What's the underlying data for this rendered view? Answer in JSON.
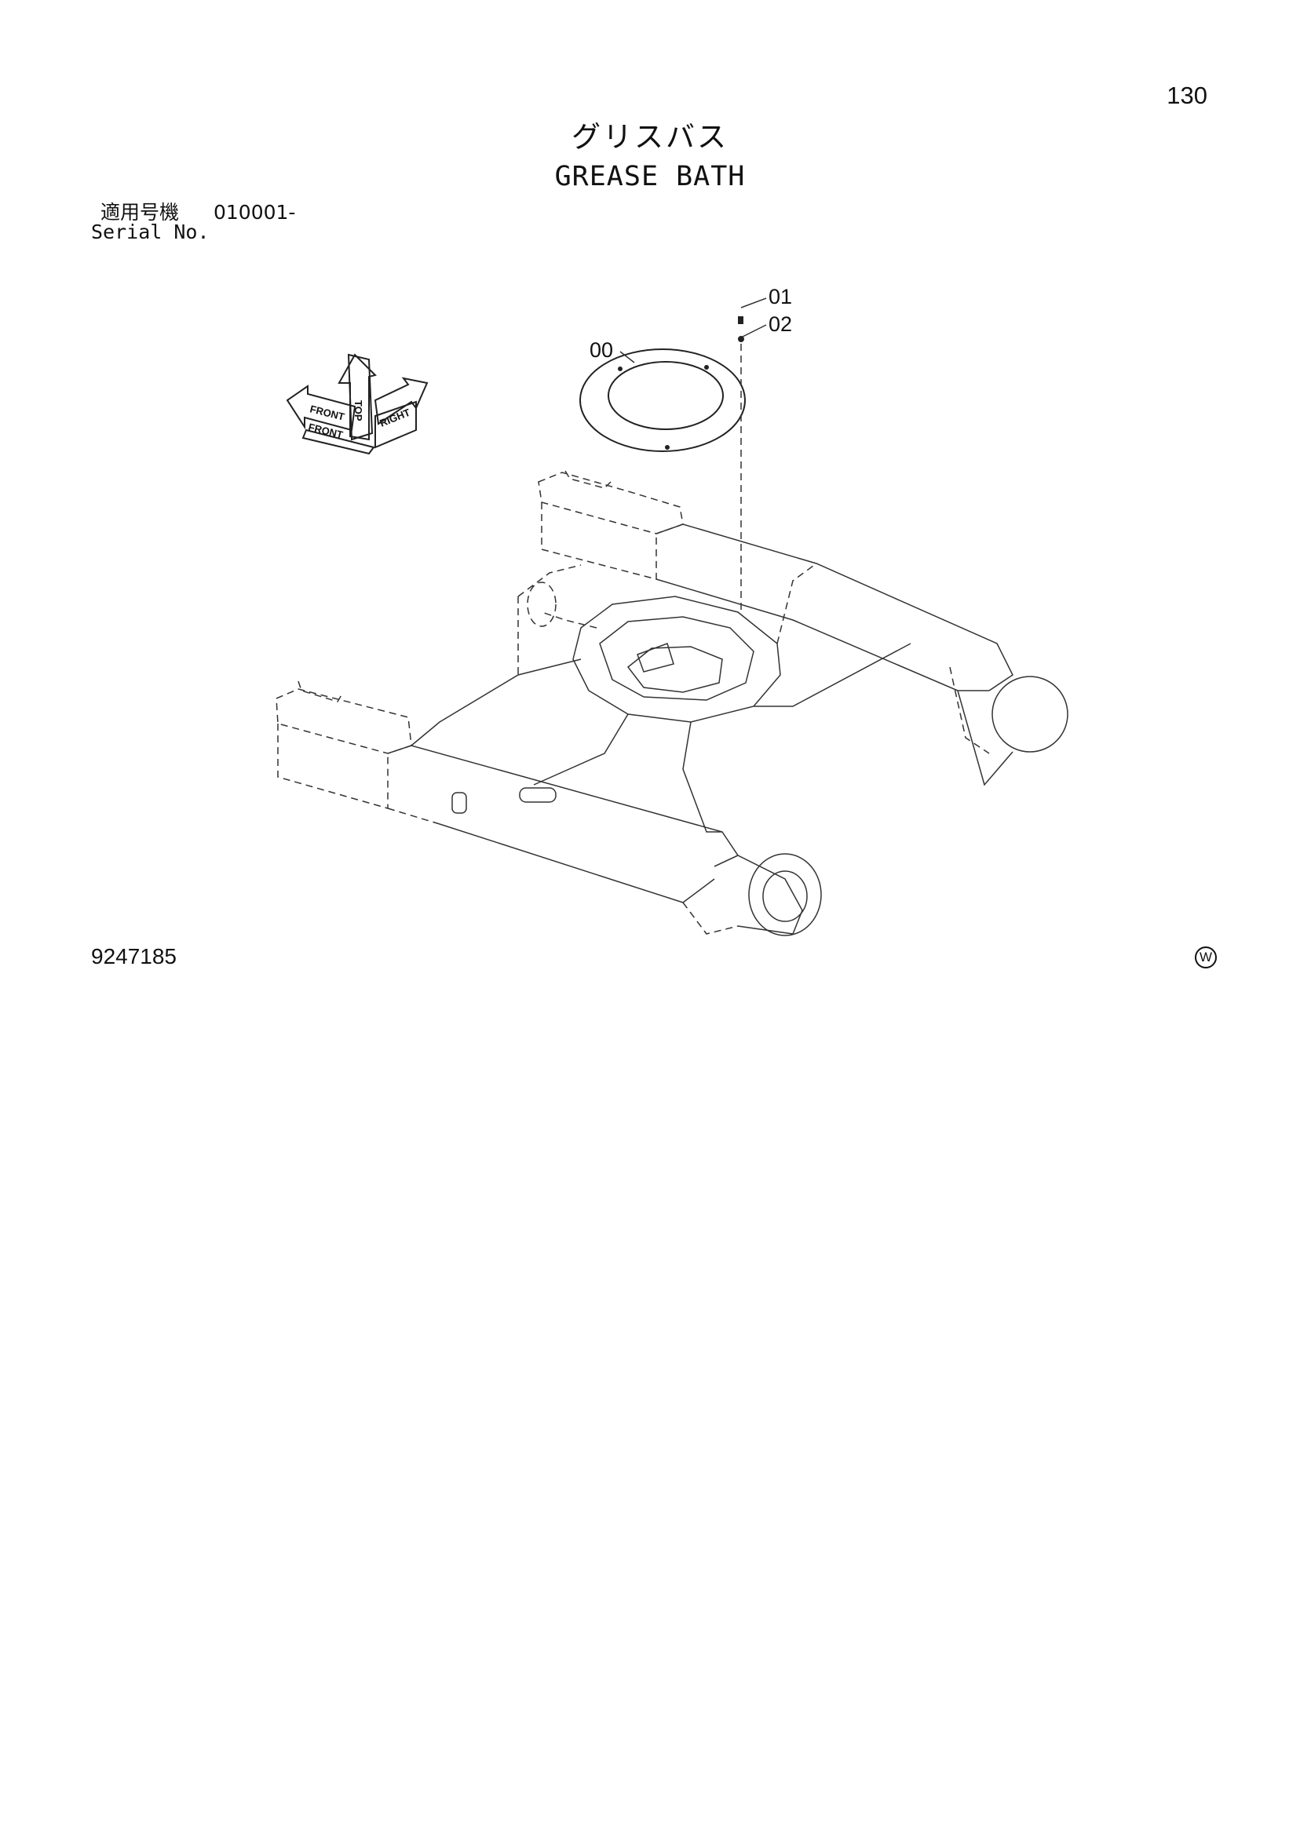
{
  "header": {
    "page_number": "130",
    "title_jp": "グリスバス",
    "title_en": "GREASE BATH"
  },
  "serial": {
    "label_jp": "適用号機",
    "value": "010001-",
    "label_en": "Serial No."
  },
  "callouts": {
    "part_00": "00",
    "part_01": "01",
    "part_02": "02"
  },
  "orientation": {
    "front": "FRONT",
    "top": "TOP",
    "right": "RIGHT"
  },
  "footer": {
    "doc_number": "9247185",
    "mark": "W"
  }
}
